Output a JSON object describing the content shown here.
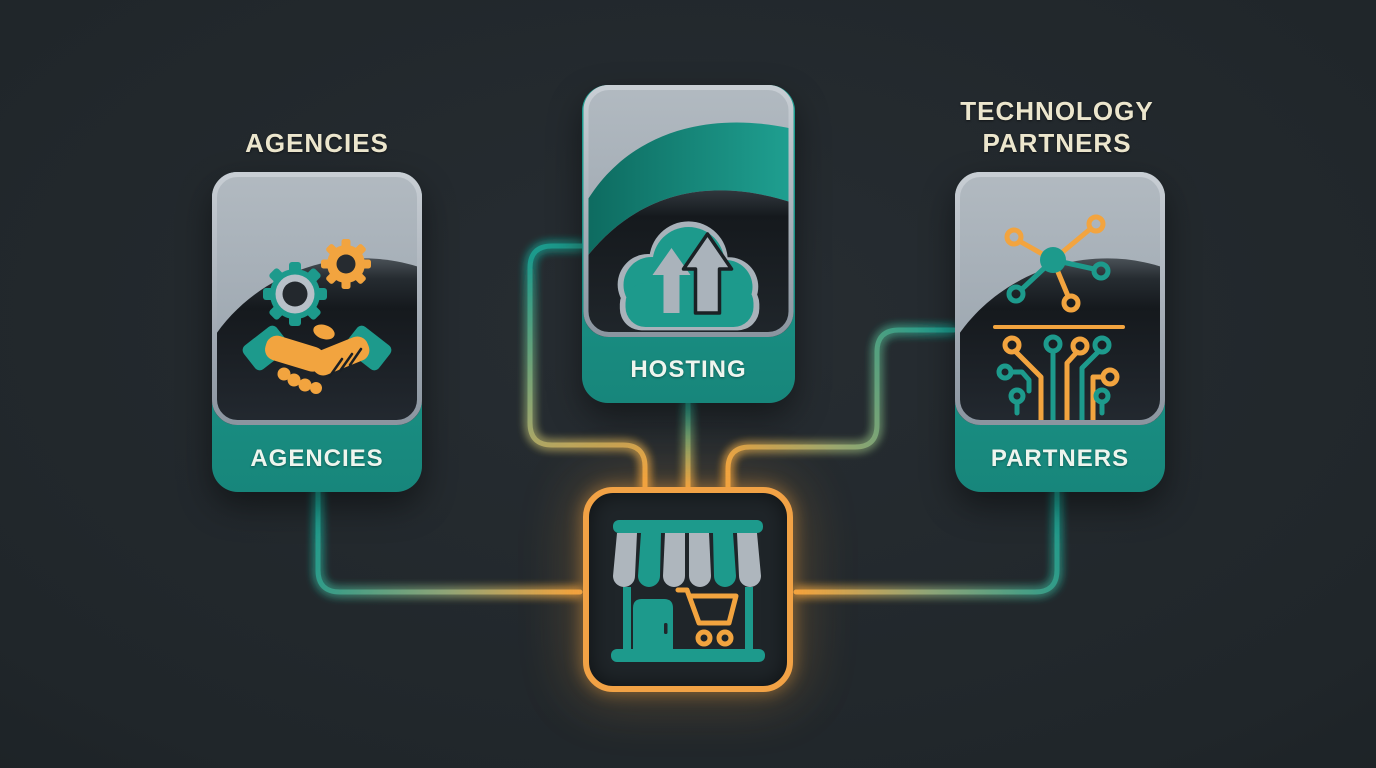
{
  "diagram": {
    "title_labels": {
      "agencies": "AGENCIES",
      "technology_partners_line1": "TECHNOLOGY",
      "technology_partners_line2": "PARTNERS"
    },
    "nodes": [
      {
        "id": "agencies",
        "label": "AGENCIES",
        "icon": "gears-handshake-icon"
      },
      {
        "id": "hosting",
        "label": "HOSTING",
        "icon": "cloud-upload-icon"
      },
      {
        "id": "partners",
        "label": "PARTNERS",
        "icon": "network-circuit-icon"
      }
    ],
    "center_node": {
      "id": "store",
      "icon": "storefront-icon"
    },
    "connections": [
      {
        "from": "agencies-bottom",
        "to": "store-left"
      },
      {
        "from": "hosting-left",
        "to": "store-top-left"
      },
      {
        "from": "hosting-bottom",
        "to": "store-top-center"
      },
      {
        "from": "partners-left",
        "to": "store-top-right"
      },
      {
        "from": "partners-bottom",
        "to": "store-right"
      }
    ],
    "colors": {
      "background": "#20262a",
      "teal": "#1d9a8c",
      "teal_dark": "#0e6b60",
      "orange": "#f2a43f",
      "cream_text": "#ece6cd",
      "footer_text": "#eef5ee",
      "silver": "#aeb6bd",
      "card_gray": "#9aa5ae",
      "panel_dark": "#1a1f24"
    }
  }
}
